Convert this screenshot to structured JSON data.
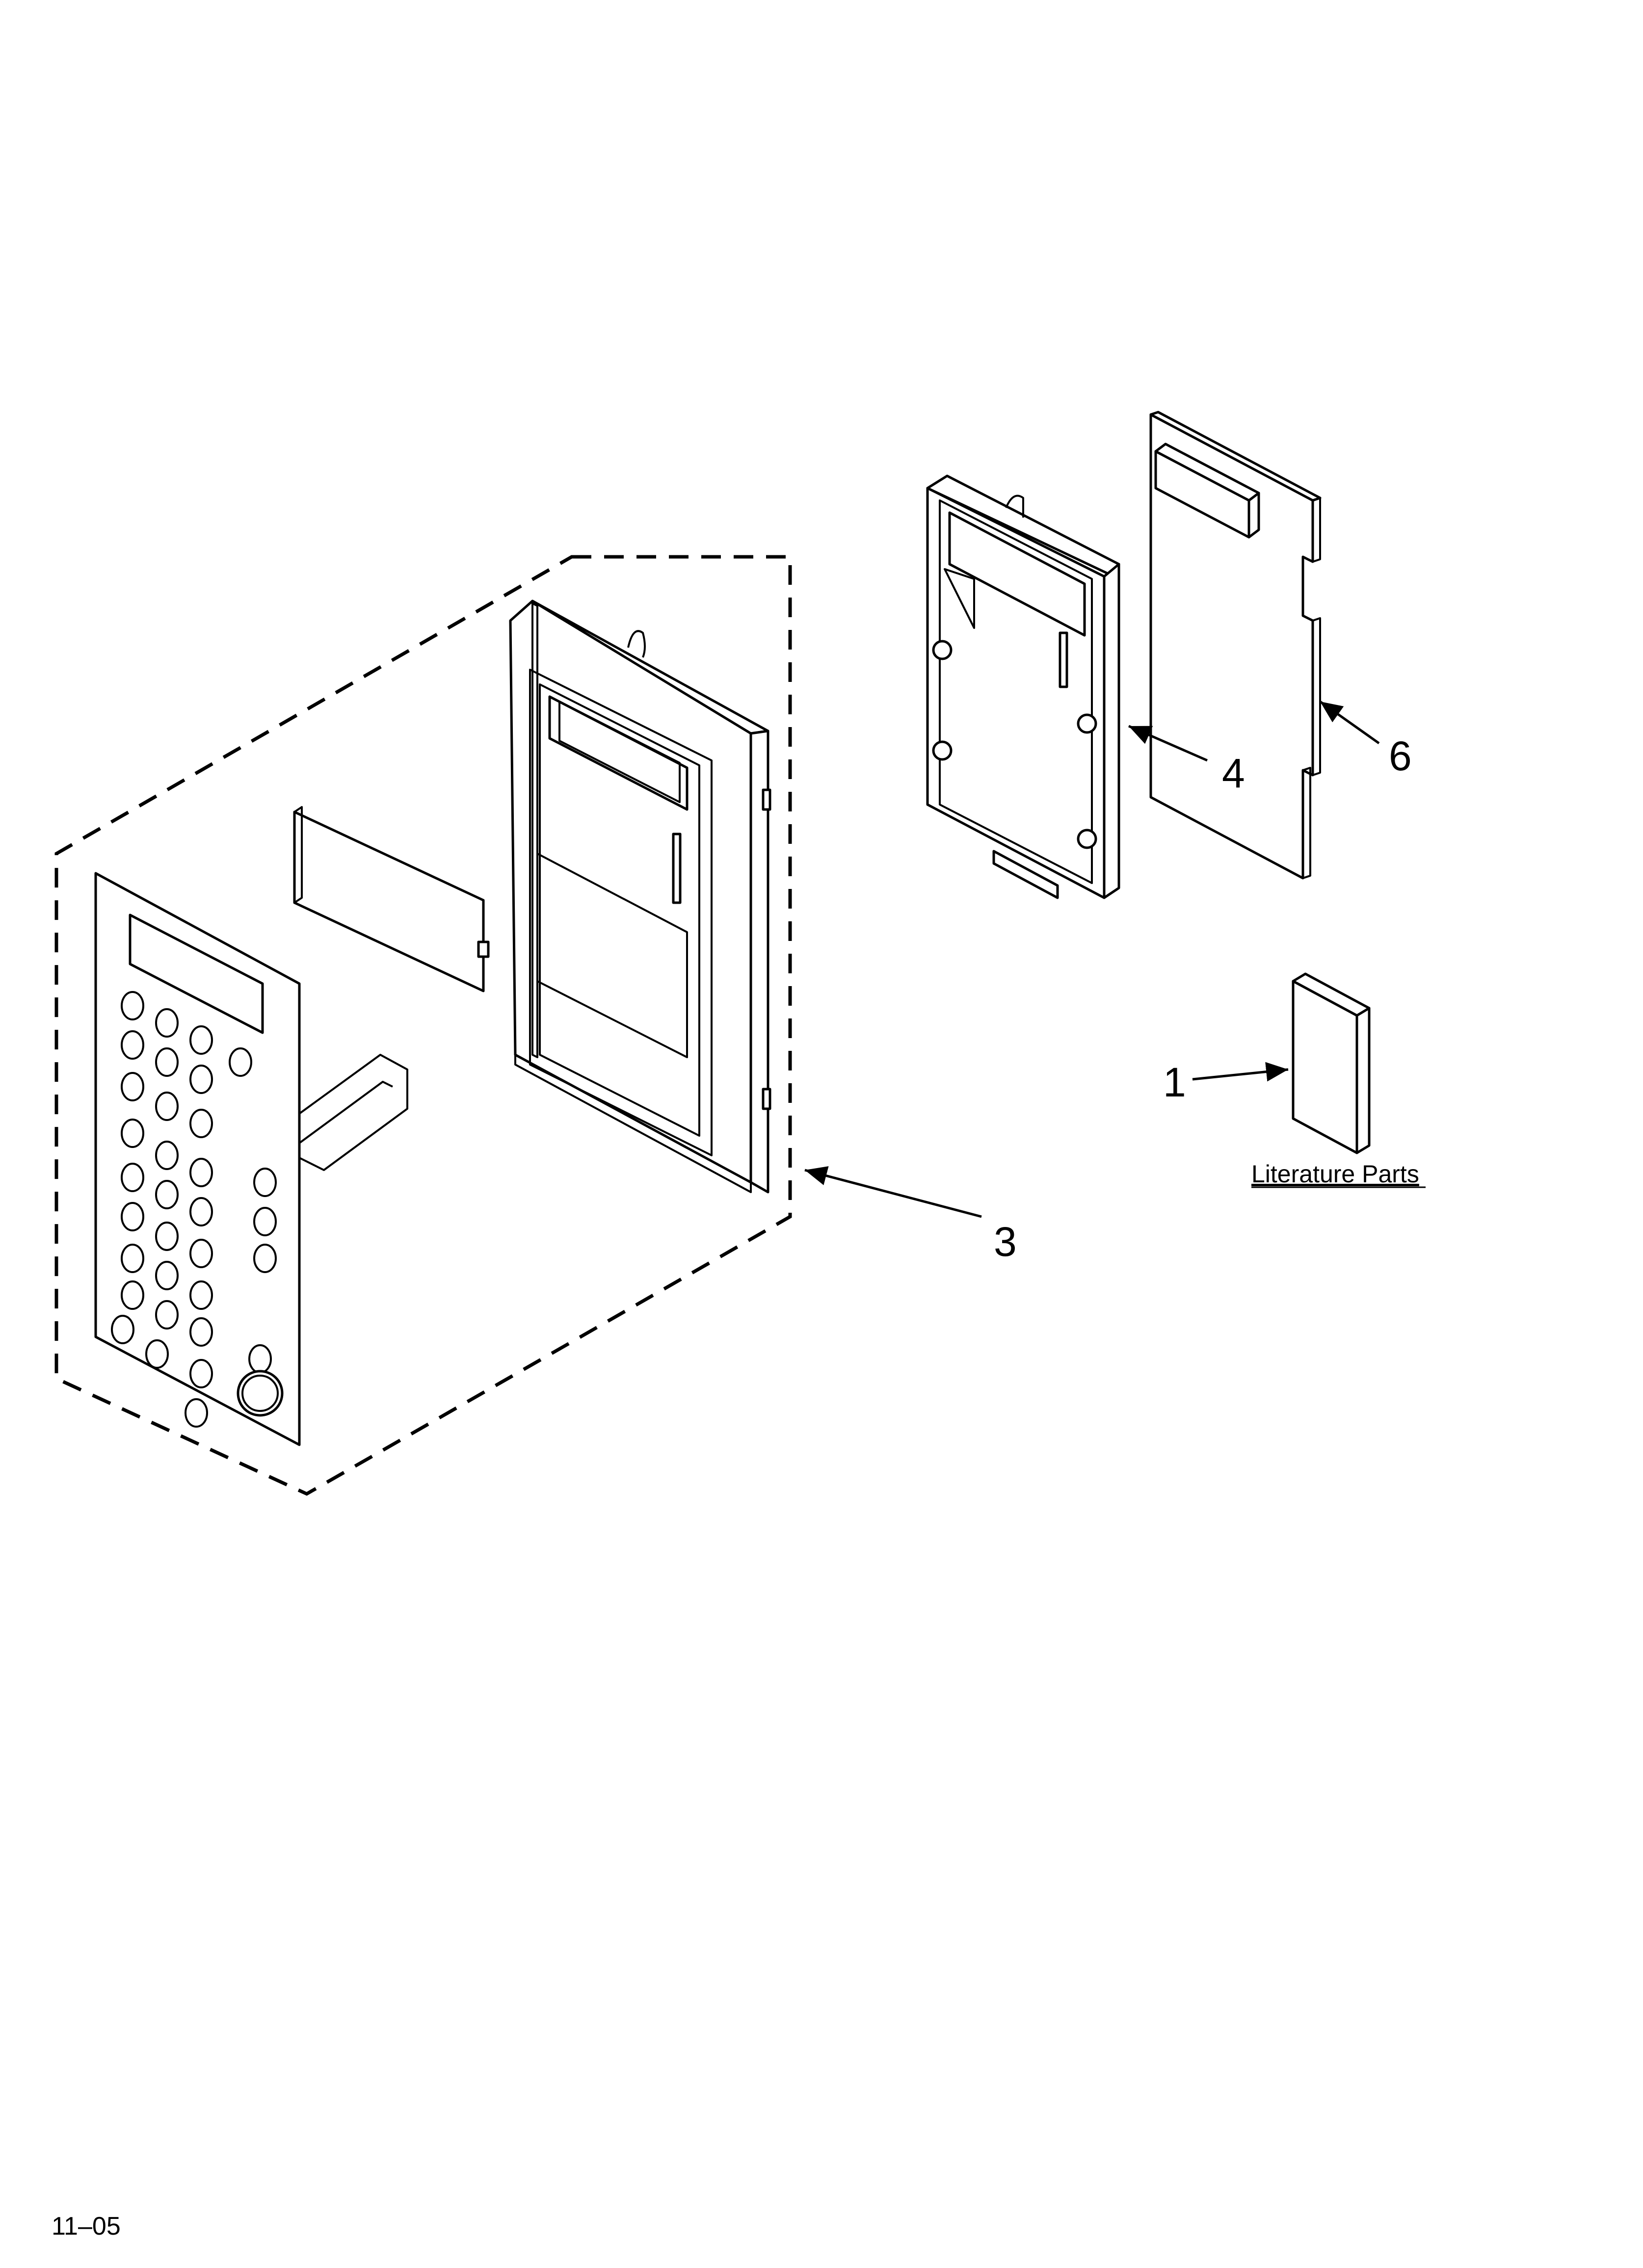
{
  "callouts": {
    "part_1": "1",
    "part_3": "3",
    "part_4": "4",
    "part_6": "6"
  },
  "captions": {
    "literature": "Literature Parts"
  },
  "footer": {
    "revision": "11–05"
  }
}
